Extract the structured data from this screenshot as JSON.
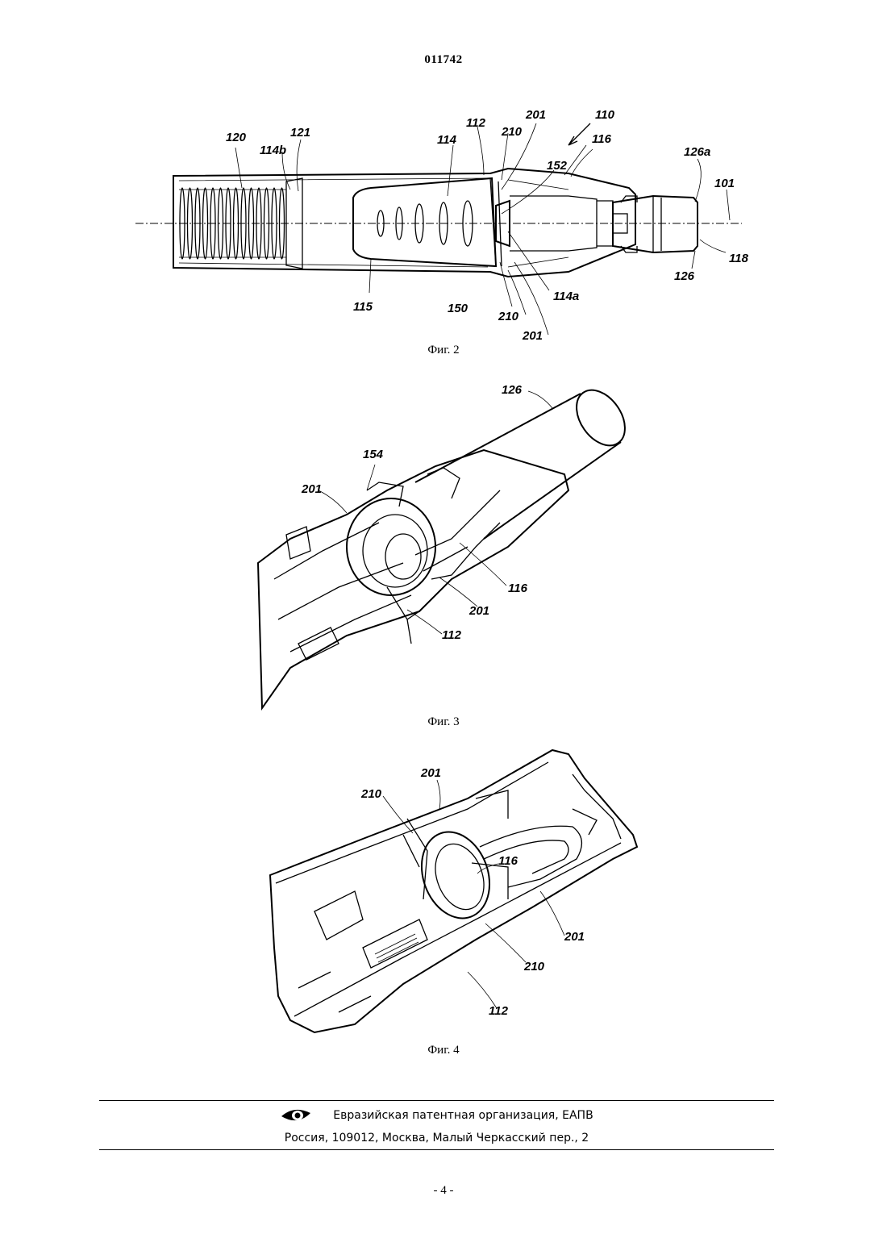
{
  "header": {
    "doc_number": "011742"
  },
  "figures": [
    {
      "caption": "Фиг. 2",
      "labels": [
        "120",
        "121",
        "114b",
        "114",
        "112",
        "210",
        "201",
        "110",
        "116",
        "152",
        "126a",
        "101",
        "118",
        "126",
        "114a",
        "201",
        "210",
        "150",
        "115"
      ]
    },
    {
      "caption": "Фиг. 3",
      "labels": [
        "126",
        "154",
        "201",
        "116",
        "201",
        "112"
      ]
    },
    {
      "caption": "Фиг. 4",
      "labels": [
        "201",
        "210",
        "116",
        "201",
        "210",
        "112"
      ]
    }
  ],
  "footer": {
    "org": "Евразийская патентная организация, ЕАПВ",
    "address": "Россия, 109012, Москва, Малый Черкасский пер., 2",
    "logo_icon": "eapo-eye-logo"
  },
  "page_number": "- 4 -"
}
